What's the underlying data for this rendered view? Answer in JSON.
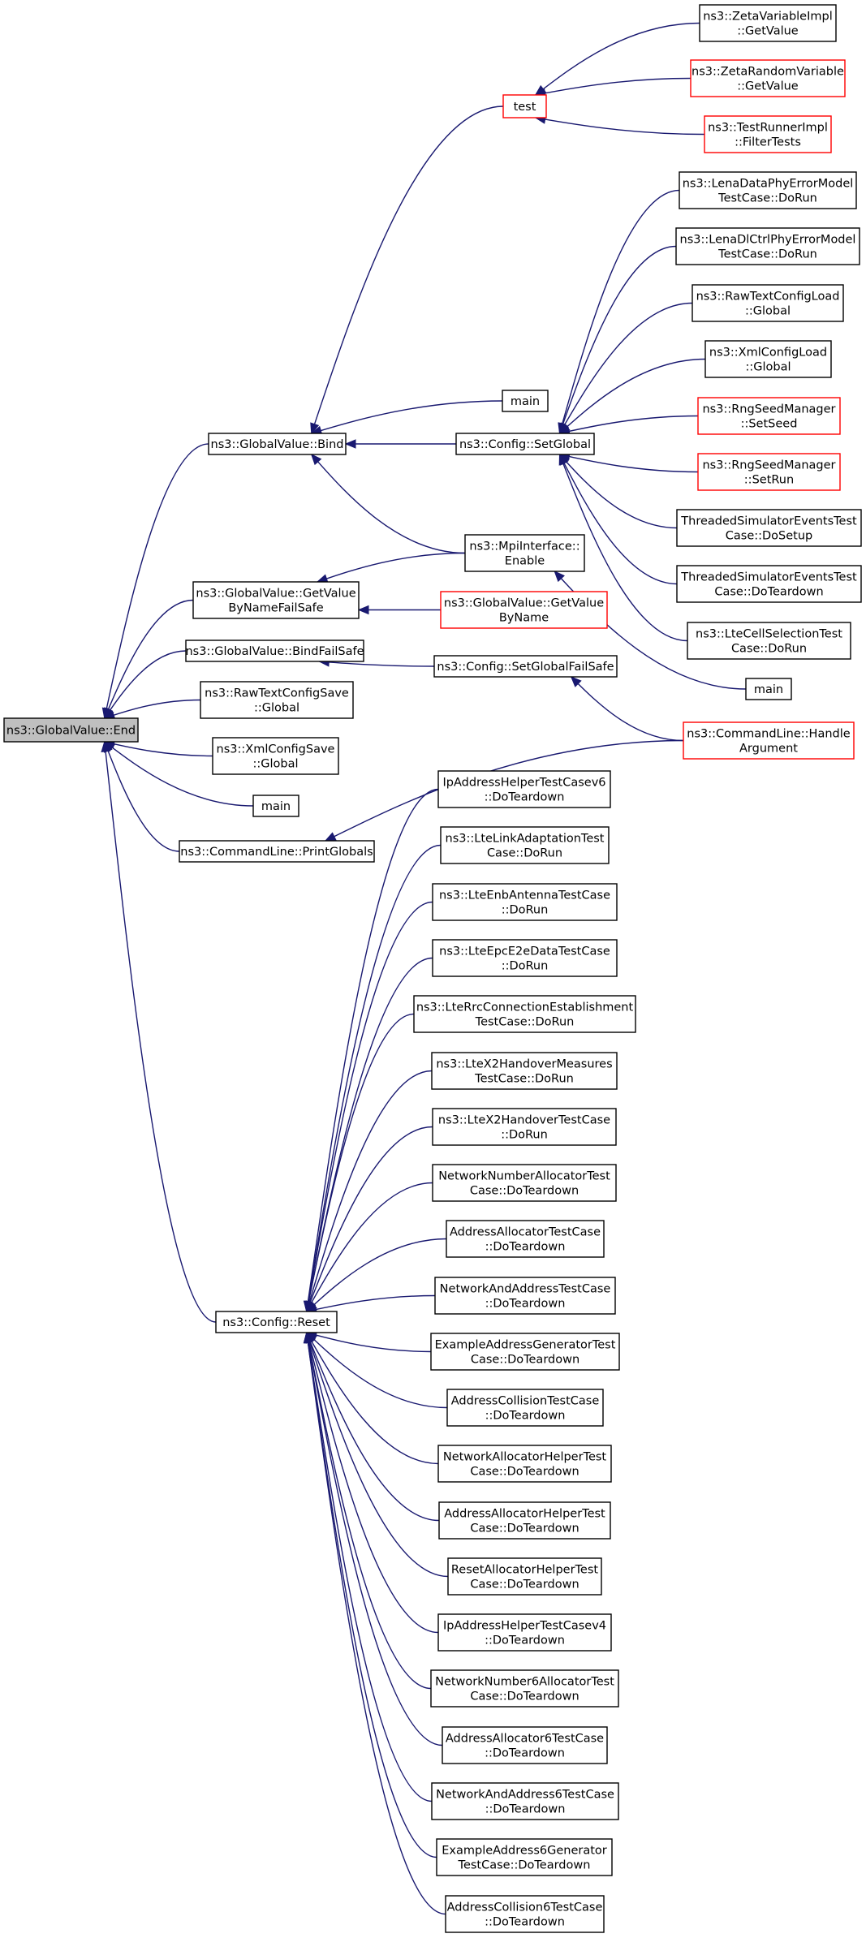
{
  "colors": {
    "edge": "#191970",
    "node_border": "#000000",
    "node_border_truncated": "#ff0000",
    "root_fill": "#bfbfbf",
    "node_fill": "#ffffff"
  },
  "nodes": [
    {
      "id": "root",
      "lines": [
        "ns3::GlobalValue::End"
      ],
      "style": "root"
    },
    {
      "id": "bind",
      "lines": [
        "ns3::GlobalValue::Bind"
      ],
      "style": "normal"
    },
    {
      "id": "getvalue-failsafe",
      "lines": [
        "ns3::GlobalValue::GetValue",
        "ByNameFailSafe"
      ],
      "style": "normal"
    },
    {
      "id": "bind-failsafe",
      "lines": [
        "ns3::GlobalValue::BindFailSafe"
      ],
      "style": "normal"
    },
    {
      "id": "rawtext-save",
      "lines": [
        "ns3::RawTextConfigSave",
        "::Global"
      ],
      "style": "normal"
    },
    {
      "id": "xml-save",
      "lines": [
        "ns3::XmlConfigSave",
        "::Global"
      ],
      "style": "normal"
    },
    {
      "id": "main-a",
      "lines": [
        "main"
      ],
      "style": "normal"
    },
    {
      "id": "print-globals",
      "lines": [
        "ns3::CommandLine::PrintGlobals"
      ],
      "style": "normal"
    },
    {
      "id": "config-reset",
      "lines": [
        "ns3::Config::Reset"
      ],
      "style": "normal"
    },
    {
      "id": "test",
      "lines": [
        "test"
      ],
      "style": "truncated"
    },
    {
      "id": "main-b",
      "lines": [
        "main"
      ],
      "style": "normal"
    },
    {
      "id": "set-global",
      "lines": [
        "ns3::Config::SetGlobal"
      ],
      "style": "normal"
    },
    {
      "id": "mpi-enable",
      "lines": [
        "ns3::MpiInterface::",
        "Enable"
      ],
      "style": "normal"
    },
    {
      "id": "getvalue-byname",
      "lines": [
        "ns3::GlobalValue::GetValue",
        "ByName"
      ],
      "style": "truncated"
    },
    {
      "id": "set-global-failsafe",
      "lines": [
        "ns3::Config::SetGlobalFailSafe"
      ],
      "style": "normal"
    },
    {
      "id": "zeta-impl",
      "lines": [
        "ns3::ZetaVariableImpl",
        "::GetValue"
      ],
      "style": "normal"
    },
    {
      "id": "zeta-random",
      "lines": [
        "ns3::ZetaRandomVariable",
        "::GetValue"
      ],
      "style": "truncated"
    },
    {
      "id": "filter-tests",
      "lines": [
        "ns3::TestRunnerImpl",
        "::FilterTests"
      ],
      "style": "truncated"
    },
    {
      "id": "lena-data",
      "lines": [
        "ns3::LenaDataPhyErrorModel",
        "TestCase::DoRun"
      ],
      "style": "normal"
    },
    {
      "id": "lena-dlctrl",
      "lines": [
        "ns3::LenaDlCtrlPhyErrorModel",
        "TestCase::DoRun"
      ],
      "style": "normal"
    },
    {
      "id": "rawtext-load",
      "lines": [
        "ns3::RawTextConfigLoad",
        "::Global"
      ],
      "style": "normal"
    },
    {
      "id": "xml-load",
      "lines": [
        "ns3::XmlConfigLoad",
        "::Global"
      ],
      "style": "normal"
    },
    {
      "id": "rng-seed",
      "lines": [
        "ns3::RngSeedManager",
        "::SetSeed"
      ],
      "style": "truncated"
    },
    {
      "id": "rng-run",
      "lines": [
        "ns3::RngSeedManager",
        "::SetRun"
      ],
      "style": "truncated"
    },
    {
      "id": "threaded-setup",
      "lines": [
        "ThreadedSimulatorEventsTest",
        "Case::DoSetup"
      ],
      "style": "normal"
    },
    {
      "id": "threaded-teardown",
      "lines": [
        "ThreadedSimulatorEventsTest",
        "Case::DoTeardown"
      ],
      "style": "normal"
    },
    {
      "id": "lte-cell",
      "lines": [
        "ns3::LteCellSelectionTest",
        "Case::DoRun"
      ],
      "style": "normal"
    },
    {
      "id": "main-c",
      "lines": [
        "main"
      ],
      "style": "normal"
    },
    {
      "id": "handle-arg",
      "lines": [
        "ns3::CommandLine::Handle",
        "Argument"
      ],
      "style": "truncated"
    },
    {
      "id": "r1",
      "lines": [
        "IpAddressHelperTestCasev6",
        "::DoTeardown"
      ],
      "style": "normal"
    },
    {
      "id": "r2",
      "lines": [
        "ns3::LteLinkAdaptationTest",
        "Case::DoRun"
      ],
      "style": "normal"
    },
    {
      "id": "r3",
      "lines": [
        "ns3::LteEnbAntennaTestCase",
        "::DoRun"
      ],
      "style": "normal"
    },
    {
      "id": "r4",
      "lines": [
        "ns3::LteEpcE2eDataTestCase",
        "::DoRun"
      ],
      "style": "normal"
    },
    {
      "id": "r5",
      "lines": [
        "ns3::LteRrcConnectionEstablishment",
        "TestCase::DoRun"
      ],
      "style": "normal"
    },
    {
      "id": "r6",
      "lines": [
        "ns3::LteX2HandoverMeasures",
        "TestCase::DoRun"
      ],
      "style": "normal"
    },
    {
      "id": "r7",
      "lines": [
        "ns3::LteX2HandoverTestCase",
        "::DoRun"
      ],
      "style": "normal"
    },
    {
      "id": "r8",
      "lines": [
        "NetworkNumberAllocatorTest",
        "Case::DoTeardown"
      ],
      "style": "normal"
    },
    {
      "id": "r9",
      "lines": [
        "AddressAllocatorTestCase",
        "::DoTeardown"
      ],
      "style": "normal"
    },
    {
      "id": "r10",
      "lines": [
        "NetworkAndAddressTestCase",
        "::DoTeardown"
      ],
      "style": "normal"
    },
    {
      "id": "r11",
      "lines": [
        "ExampleAddressGeneratorTest",
        "Case::DoTeardown"
      ],
      "style": "normal"
    },
    {
      "id": "r12",
      "lines": [
        "AddressCollisionTestCase",
        "::DoTeardown"
      ],
      "style": "normal"
    },
    {
      "id": "r13",
      "lines": [
        "NetworkAllocatorHelperTest",
        "Case::DoTeardown"
      ],
      "style": "normal"
    },
    {
      "id": "r14",
      "lines": [
        "AddressAllocatorHelperTest",
        "Case::DoTeardown"
      ],
      "style": "normal"
    },
    {
      "id": "r15",
      "lines": [
        "ResetAllocatorHelperTest",
        "Case::DoTeardown"
      ],
      "style": "normal"
    },
    {
      "id": "r16",
      "lines": [
        "IpAddressHelperTestCasev4",
        "::DoTeardown"
      ],
      "style": "normal"
    },
    {
      "id": "r17",
      "lines": [
        "NetworkNumber6AllocatorTest",
        "Case::DoTeardown"
      ],
      "style": "normal"
    },
    {
      "id": "r18",
      "lines": [
        "AddressAllocator6TestCase",
        "::DoTeardown"
      ],
      "style": "normal"
    },
    {
      "id": "r19",
      "lines": [
        "NetworkAndAddress6TestCase",
        "::DoTeardown"
      ],
      "style": "normal"
    },
    {
      "id": "r20",
      "lines": [
        "ExampleAddress6Generator",
        "TestCase::DoTeardown"
      ],
      "style": "normal"
    },
    {
      "id": "r21",
      "lines": [
        "AddressCollision6TestCase",
        "::DoTeardown"
      ],
      "style": "normal"
    }
  ],
  "edges": [
    {
      "from": "bind",
      "to": "root"
    },
    {
      "from": "getvalue-failsafe",
      "to": "root"
    },
    {
      "from": "bind-failsafe",
      "to": "root"
    },
    {
      "from": "rawtext-save",
      "to": "root"
    },
    {
      "from": "xml-save",
      "to": "root"
    },
    {
      "from": "main-a",
      "to": "root"
    },
    {
      "from": "print-globals",
      "to": "root"
    },
    {
      "from": "config-reset",
      "to": "root"
    },
    {
      "from": "test",
      "to": "bind"
    },
    {
      "from": "main-b",
      "to": "bind"
    },
    {
      "from": "set-global",
      "to": "bind"
    },
    {
      "from": "mpi-enable",
      "to": "bind"
    },
    {
      "from": "mpi-enable",
      "to": "getvalue-failsafe"
    },
    {
      "from": "getvalue-byname",
      "to": "getvalue-failsafe"
    },
    {
      "from": "set-global-failsafe",
      "to": "bind-failsafe"
    },
    {
      "from": "handle-arg",
      "to": "print-globals"
    },
    {
      "from": "zeta-impl",
      "to": "test"
    },
    {
      "from": "zeta-random",
      "to": "test"
    },
    {
      "from": "filter-tests",
      "to": "test"
    },
    {
      "from": "lena-data",
      "to": "set-global"
    },
    {
      "from": "lena-dlctrl",
      "to": "set-global"
    },
    {
      "from": "rawtext-load",
      "to": "set-global"
    },
    {
      "from": "xml-load",
      "to": "set-global"
    },
    {
      "from": "rng-seed",
      "to": "set-global"
    },
    {
      "from": "rng-run",
      "to": "set-global"
    },
    {
      "from": "threaded-setup",
      "to": "set-global"
    },
    {
      "from": "threaded-teardown",
      "to": "set-global"
    },
    {
      "from": "lte-cell",
      "to": "set-global"
    },
    {
      "from": "main-c",
      "to": "mpi-enable"
    },
    {
      "from": "handle-arg",
      "to": "set-global-failsafe"
    },
    {
      "from": "r1",
      "to": "config-reset"
    },
    {
      "from": "r2",
      "to": "config-reset"
    },
    {
      "from": "r3",
      "to": "config-reset"
    },
    {
      "from": "r4",
      "to": "config-reset"
    },
    {
      "from": "r5",
      "to": "config-reset"
    },
    {
      "from": "r6",
      "to": "config-reset"
    },
    {
      "from": "r7",
      "to": "config-reset"
    },
    {
      "from": "r8",
      "to": "config-reset"
    },
    {
      "from": "r9",
      "to": "config-reset"
    },
    {
      "from": "r10",
      "to": "config-reset"
    },
    {
      "from": "r11",
      "to": "config-reset"
    },
    {
      "from": "r12",
      "to": "config-reset"
    },
    {
      "from": "r13",
      "to": "config-reset"
    },
    {
      "from": "r14",
      "to": "config-reset"
    },
    {
      "from": "r15",
      "to": "config-reset"
    },
    {
      "from": "r16",
      "to": "config-reset"
    },
    {
      "from": "r17",
      "to": "config-reset"
    },
    {
      "from": "r18",
      "to": "config-reset"
    },
    {
      "from": "r19",
      "to": "config-reset"
    },
    {
      "from": "r20",
      "to": "config-reset"
    },
    {
      "from": "r21",
      "to": "config-reset"
    }
  ]
}
